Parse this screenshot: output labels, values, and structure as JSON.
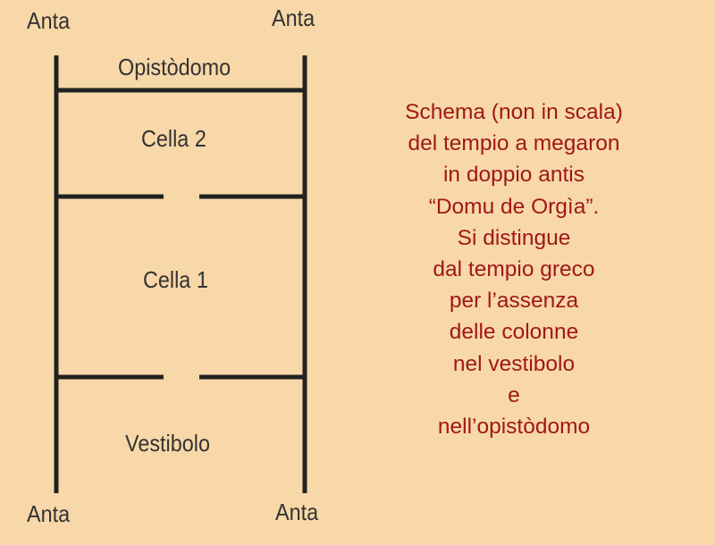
{
  "diagram": {
    "labels": {
      "anta_top_left": "Anta",
      "anta_top_right": "Anta",
      "anta_bottom_left": "Anta",
      "anta_bottom_right": "Anta",
      "opistodomo": "Opistòdomo",
      "cella2": "Cella 2",
      "cella1": "Cella 1",
      "vestibolo": "Vestibolo"
    },
    "line_color": "#222222",
    "label_color": "#333333"
  },
  "caption": {
    "lines": [
      "Schema (non in scala)",
      "del tempio a megaron",
      "in doppio antis",
      "“Domu de Orgìa”.",
      "Si distingue",
      "dal tempio greco",
      "per l’assenza",
      "delle colonne",
      "nel vestibolo",
      "e",
      "nell’opistòdomo"
    ],
    "color": "#a01818"
  },
  "background_color": "#f8d8a8"
}
